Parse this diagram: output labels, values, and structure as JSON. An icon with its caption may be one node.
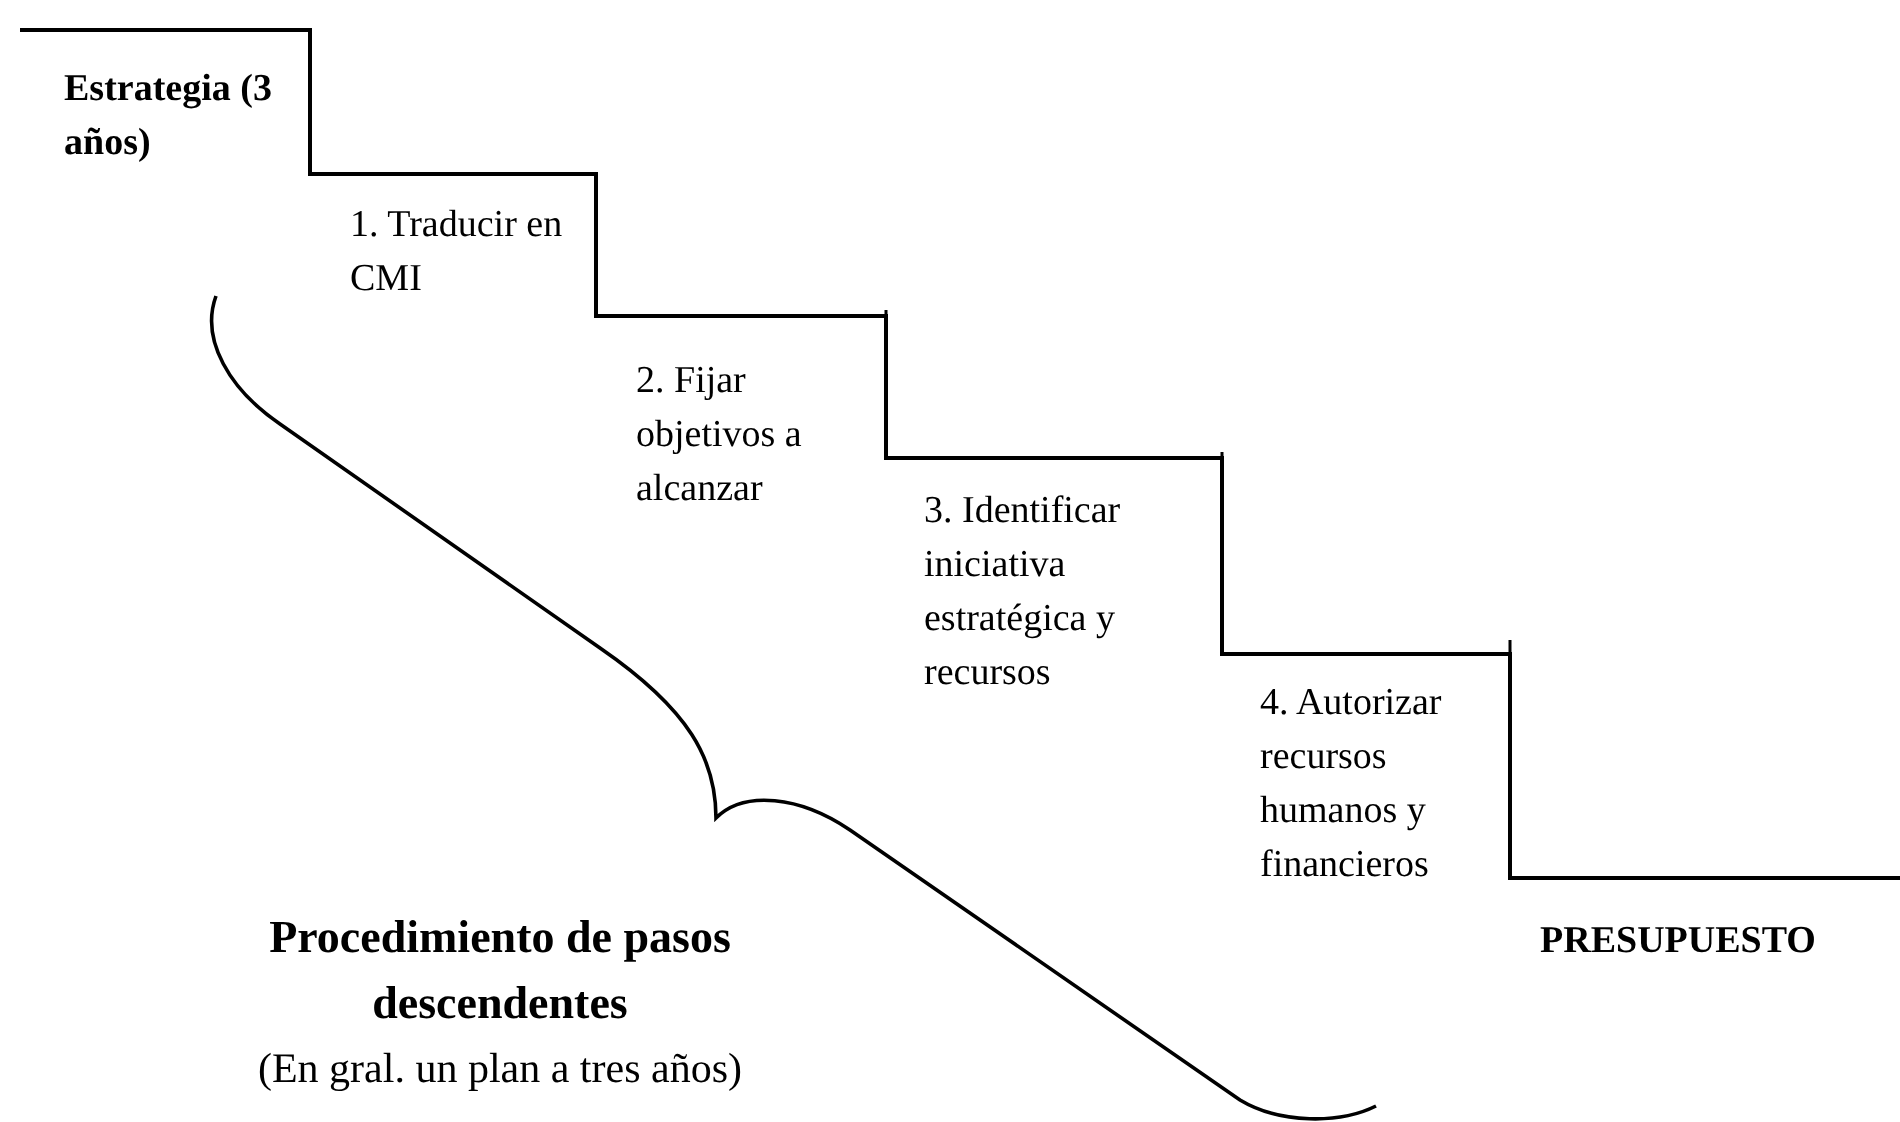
{
  "diagram": {
    "labels": [
      "Estrategia (3 años)",
      "1. Traducir en CMI",
      "2. Fijar objetivos a alcanzar",
      "3. Identificar iniciativa estratégica y recursos",
      "4. Autorizar recursos humanos y financieros",
      "PRESUPUESTO",
      "Procedimiento de pasos descendentes",
      "(En gral. un plan a tres años)"
    ]
  }
}
